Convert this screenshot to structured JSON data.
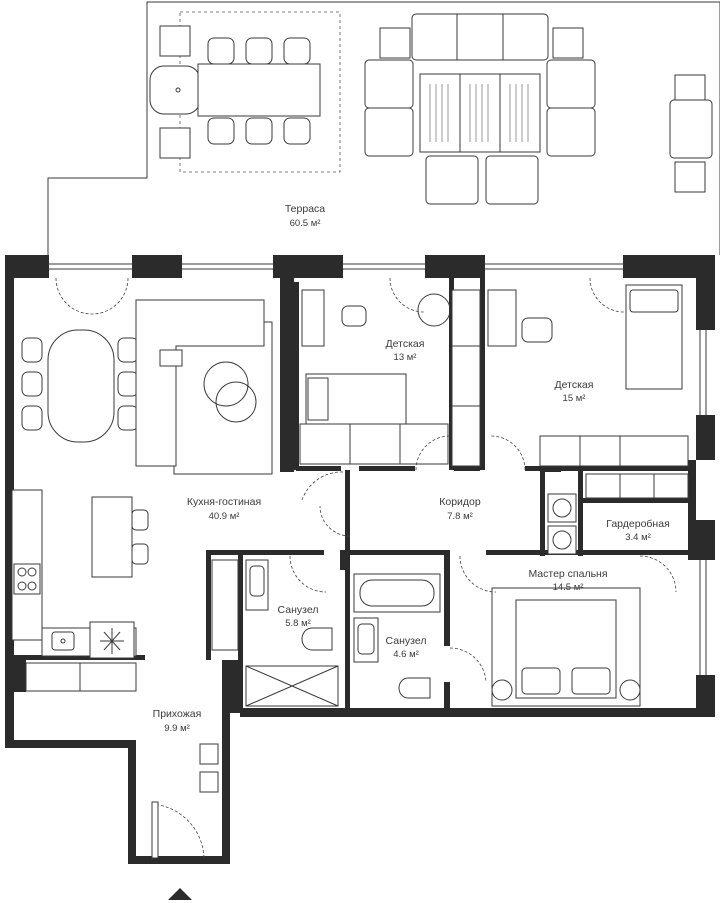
{
  "rooms": [
    {
      "id": "terrace",
      "name": "Терраса",
      "area": "60.5 м²"
    },
    {
      "id": "kids1",
      "name": "Детская",
      "area": "13 м²"
    },
    {
      "id": "kids2",
      "name": "Детская",
      "area": "15 м²"
    },
    {
      "id": "kitchen",
      "name": "Кухня-гостиная",
      "area": "40.9 м²"
    },
    {
      "id": "corridor",
      "name": "Коридор",
      "area": "7.8 м²"
    },
    {
      "id": "wardrobe",
      "name": "Гардеробная",
      "area": "3.4 м²"
    },
    {
      "id": "master",
      "name": "Мастер спальня",
      "area": "14.5 м²"
    },
    {
      "id": "bath1",
      "name": "Санузел",
      "area": "5.8 м²"
    },
    {
      "id": "bath2",
      "name": "Санузел",
      "area": "4.6 м²"
    },
    {
      "id": "hall",
      "name": "Прихожая",
      "area": "9.9 м²"
    }
  ],
  "colors": {
    "wall": "#2b2b2b",
    "line": "#3a3a3a",
    "text": "#3a3a3a"
  },
  "icons": {
    "entrance": "entrance-arrow-icon"
  }
}
